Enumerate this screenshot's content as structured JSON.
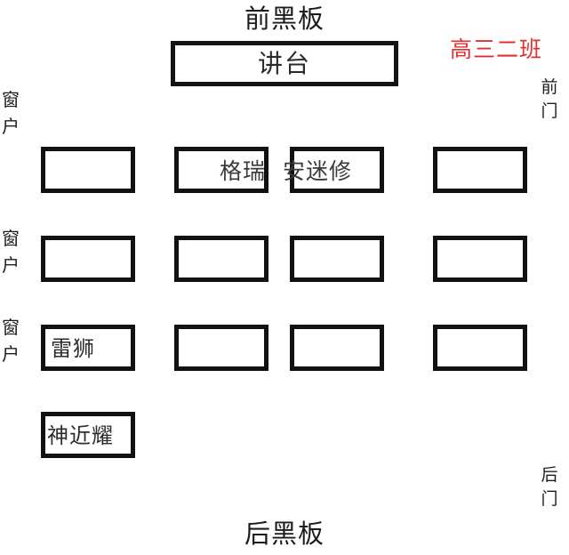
{
  "boards": {
    "front": "前黑板",
    "back": "后黑板"
  },
  "podium": {
    "label": "讲台"
  },
  "class_title": {
    "text": "高三二班",
    "color": "#e03030"
  },
  "doors": {
    "front": "前门",
    "back": "后门"
  },
  "windows": [
    {
      "label": "窗户"
    },
    {
      "label": "窗户"
    },
    {
      "label": "窗户"
    }
  ],
  "seating": {
    "columns": 4,
    "rows": [
      {
        "row_index": 1,
        "desks": [
          {
            "col": 1,
            "occupant": ""
          },
          {
            "col": 2,
            "occupant": ""
          },
          {
            "col": 3,
            "occupant": ""
          },
          {
            "col": 4,
            "occupant": ""
          }
        ]
      },
      {
        "row_index": 2,
        "desks": [
          {
            "col": 1,
            "occupant": ""
          },
          {
            "col": 2,
            "occupant": ""
          },
          {
            "col": 3,
            "occupant": ""
          },
          {
            "col": 4,
            "occupant": ""
          }
        ]
      },
      {
        "row_index": 3,
        "desks": [
          {
            "col": 1,
            "occupant": "雷狮"
          },
          {
            "col": 2,
            "occupant": ""
          },
          {
            "col": 3,
            "occupant": ""
          },
          {
            "col": 4,
            "occupant": ""
          }
        ]
      },
      {
        "row_index": 4,
        "desks": [
          {
            "col": 1,
            "occupant": "神近耀"
          }
        ]
      }
    ],
    "floating_names": [
      {
        "name": "格瑞"
      },
      {
        "name": "安迷修"
      }
    ]
  }
}
